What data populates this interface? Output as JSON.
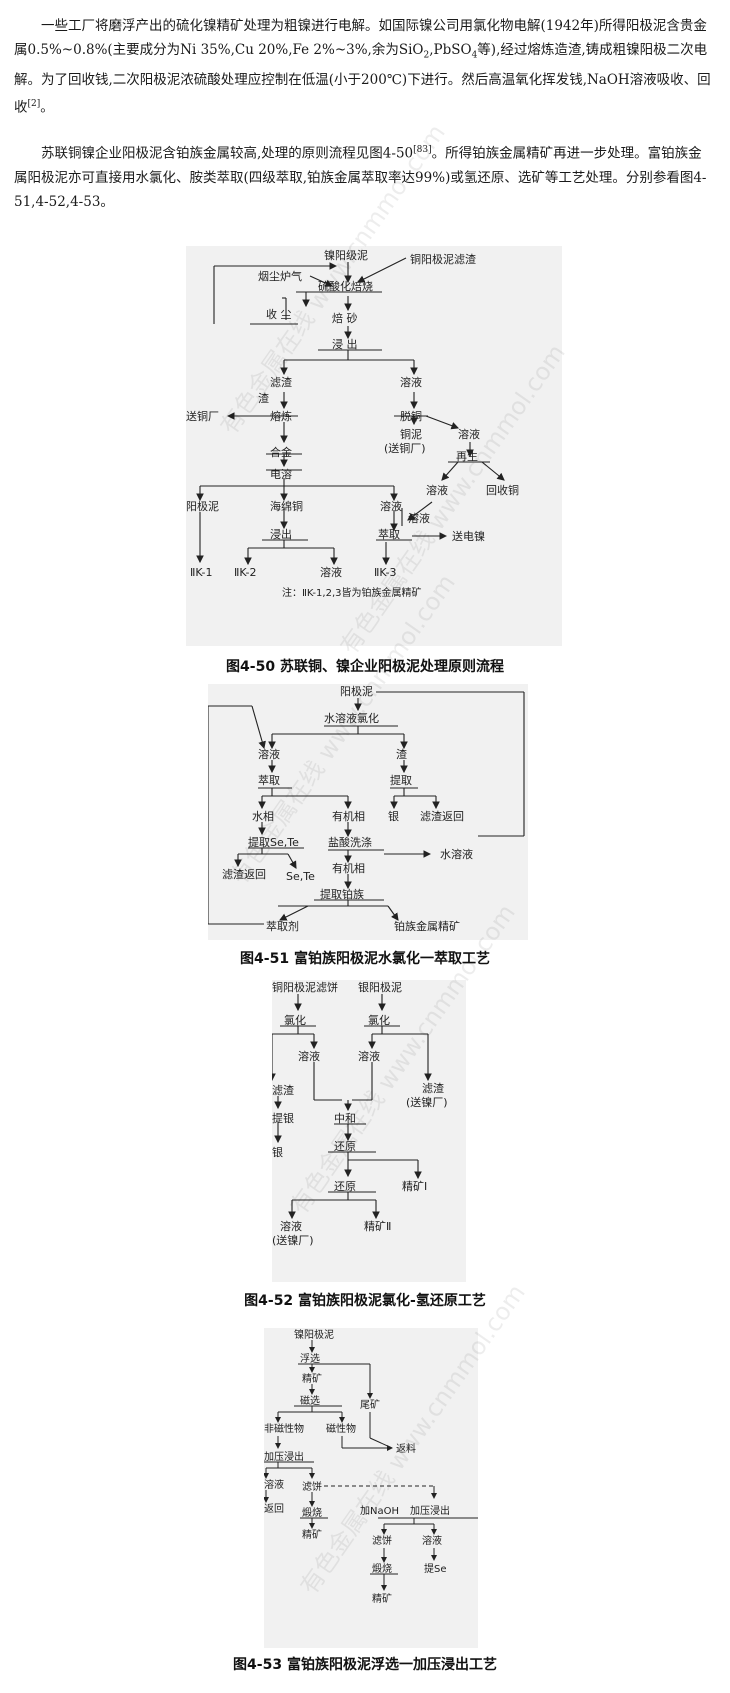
{
  "paragraphs": [
    {
      "p1_a": "一些工厂将磨浮产出的硫化镍精矿处理为粗镍进行电解。如国际镍公司用氯化物电解(1942年)所得阳极泥含贵金属0.5%~0.8%(主要成分为Ni 35%,Cu 20%,Fe 2%~3%,余为SiO",
      "p1_sub1": "2",
      "p1_b": ",PbSO",
      "p1_sub2": "4",
      "p1_c": "等),经过熔炼造渣,铸成粗镍阳极二次电解。为了回收钱,二次阳极泥浓硫酸处理应控制在低温(小于200℃)下进行。然后高温氧化挥发钱,NaOH溶液吸收、回收",
      "p1_ref": "[2]",
      "p1_end": "。"
    },
    {
      "p2_a": "苏联铜镍企业阳极泥含铂族金属较高,处理的原则流程见图4-50",
      "p2_ref": "[83]",
      "p2_b": "。所得铂族金属精矿再进一步处理。富铂族金属阳极泥亦可直接用水氯化、胺类萃取(四级萃取,铂族金属萃取率达99%)或氢还原、选矿等工艺处理。分别参看图4-51,4-52,4-53。"
    }
  ],
  "watermark": "有色金属在线 www.cnmmol.com",
  "fig50": {
    "caption": "图4-50 苏联铜、镍企业阳极泥处理原则流程",
    "n_nickel": "镍阳级泥",
    "n_cu_filter": "铜阳极泥滤渣",
    "n_smoke": "烟尘炉气",
    "n_sulfate": "硫酸化焙烧",
    "n_collect": "收 尘",
    "n_calcine": "焙 砂",
    "n_leach": "浸 出",
    "n_residue": "滤渣",
    "n_slag": "渣",
    "n_solution": "溶液",
    "n_to_cu": "送铜厂",
    "n_smelt": "熔炼",
    "n_decu": "脱铜",
    "n_cu_mud": "铜泥",
    "n_cu_mud2": "(送铜厂)",
    "n_sol2": "溶液",
    "n_alloy": "合金",
    "n_regen": "再生",
    "n_electro": "电溶",
    "n_sol3": "溶液",
    "n_recu": "回收铜",
    "n_anode": "阳极泥",
    "n_sponge": "海绵铜",
    "n_sol4": "溶液",
    "n_sol5": "溶液",
    "n_leach2": "浸出",
    "n_extract": "萃取",
    "n_to_ni": "送电镍",
    "n_k1": "ⅡK-1",
    "n_k2": "ⅡK-2",
    "n_sol6": "溶液",
    "n_k3": "ⅡK-3",
    "note": "注：ⅡK-1,2,3皆为铂族金属精矿"
  },
  "fig51": {
    "caption": "图4-51 富铂族阳极泥水氯化一萃取工艺",
    "n_anode": "阳极泥",
    "n_chlor": "水溶液氯化",
    "n_sol": "溶液",
    "n_slag": "渣",
    "n_extr": "萃取",
    "n_ti": "提取",
    "n_water": "水相",
    "n_org": "有机相",
    "n_ag": "银",
    "n_back": "滤渣返回",
    "n_sete": "提取Se,Te",
    "n_hcl": "盐酸洗涤",
    "n_aq": "水溶液",
    "n_back2": "滤渣返回",
    "n_sete2": "Se,Te",
    "n_org2": "有机相",
    "n_pt": "提取铂族",
    "n_agent": "萃取剂",
    "n_conc": "铂族金属精矿"
  },
  "fig52": {
    "caption": "图4-52 富铂族阳极泥氯化-氢还原工艺",
    "n_cu": "铜阳极泥滤饼",
    "n_ag": "银阳极泥",
    "n_chl1": "氯化",
    "n_chl2": "氯化",
    "n_sol1": "溶液",
    "n_sol2": "溶液",
    "n_res1": "滤渣",
    "n_res2": "滤渣",
    "n_res2b": "(送镍厂)",
    "n_ti": "提银",
    "n_neu": "中和",
    "n_silver": "银",
    "n_red1": "还原",
    "n_red2": "还原",
    "n_c1": "精矿Ⅰ",
    "n_sol3": "溶液",
    "n_sol3b": "(送镍厂)",
    "n_c2": "精矿Ⅱ"
  },
  "fig53": {
    "caption": "图4-53 富铂族阳极泥浮选一加压浸出工艺",
    "n_ni": "镍阳极泥",
    "n_float": "浮选",
    "n_conc": "精矿",
    "n_tail": "尾矿",
    "n_mag": "磁选",
    "n_nonmag": "非磁性物",
    "n_magp": "磁性物",
    "n_press": "加压浸出",
    "n_return": "返料",
    "n_sol": "溶液",
    "n_cake": "滤饼",
    "n_ret": "返回",
    "n_roast": "煅烧",
    "n_naoh": "加NaOH",
    "n_press2": "加压浸出",
    "n_conc2": "精矿",
    "n_cake2": "滤饼",
    "n_sol2": "溶液",
    "n_roast2": "煅烧",
    "n_se": "提Se",
    "n_conc3": "精矿"
  }
}
